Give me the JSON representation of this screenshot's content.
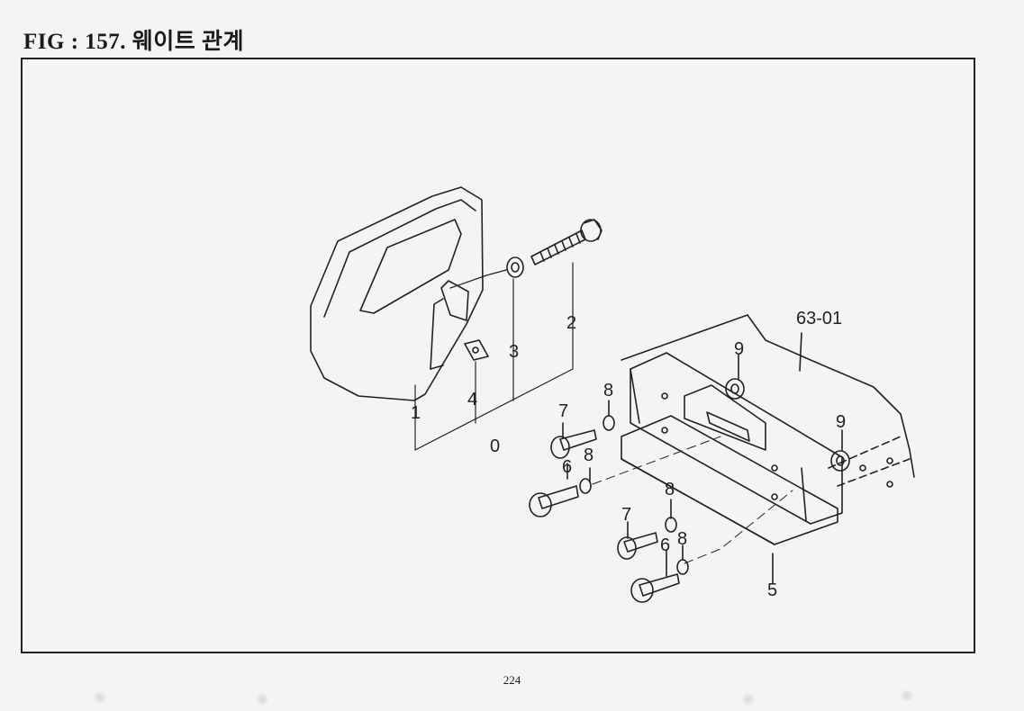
{
  "figure": {
    "title": "FIG : 157.  웨이트 관계",
    "page_number": "224"
  },
  "callouts": [
    "0",
    "1",
    "2",
    "3",
    "4",
    "5",
    "6",
    "6",
    "7",
    "7",
    "8",
    "8",
    "8",
    "8",
    "9",
    "9",
    "63-01"
  ]
}
